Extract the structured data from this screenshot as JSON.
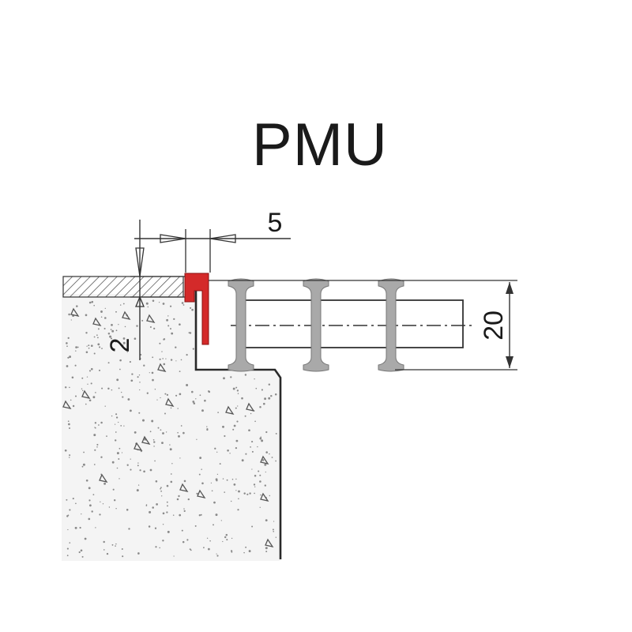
{
  "title": "PMU",
  "dimensions": {
    "gap_width": "5",
    "depth": "2",
    "height": "20"
  },
  "colors": {
    "profile_red": "#d42a2a",
    "profile_grey": "#a9a9a9",
    "line": "#2a2a2a",
    "concrete_fill": "#f3f3f3"
  }
}
